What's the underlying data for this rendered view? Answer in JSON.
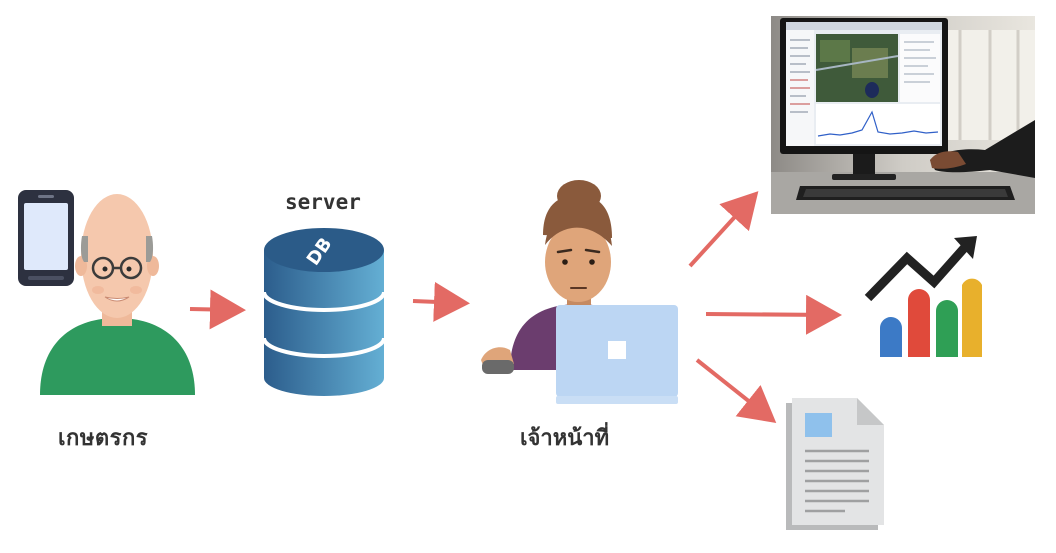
{
  "labels": {
    "farmer": "เกษตรกร",
    "server": "server",
    "officer": "เจ้าหน้าที่",
    "db_icon": "DB"
  },
  "colors": {
    "arrow": "#e36a64",
    "farmer_shirt": "#2e9a5e",
    "db_blue_dark": "#2d5f8f",
    "db_blue_light": "#5aa2c8",
    "officer_shirt": "#6b3d6e",
    "laptop": "#bcd6f3",
    "bar_blue": "#3c7ac6",
    "bar_red": "#e04a3b",
    "bar_green": "#2f9f55",
    "bar_yellow": "#e8b02c",
    "trend_line": "#222222",
    "document": "#d9dadb"
  },
  "icons": {
    "farmer": "farmer-avatar-icon",
    "phone": "smartphone-icon",
    "database": "database-server-icon",
    "officer": "officer-with-laptop-icon",
    "monitor": "computer-monitor-gis-icon",
    "chart": "bar-chart-trend-icon",
    "document": "document-report-icon"
  }
}
